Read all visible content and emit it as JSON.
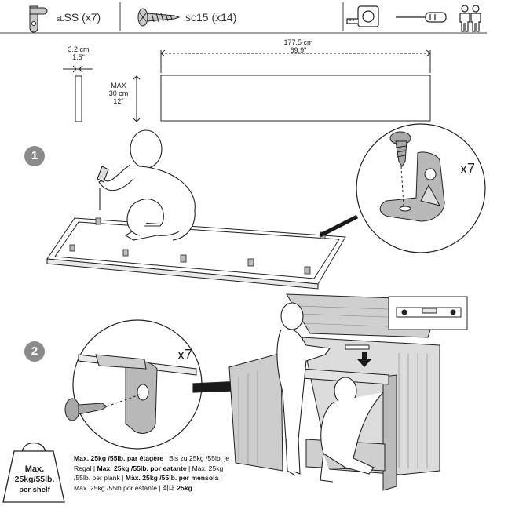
{
  "parts": {
    "bracket": {
      "code_prefix": "sL",
      "code": "SS",
      "qty": "(x7)",
      "icon": "bracket-icon"
    },
    "screw": {
      "code": "sc15",
      "qty": "(x14)",
      "icon": "screw-icon"
    }
  },
  "tools": [
    {
      "name": "tape-measure",
      "icon": "tape-measure-icon"
    },
    {
      "name": "screwdriver",
      "icon": "screwdriver-icon"
    },
    {
      "name": "two-persons",
      "icon": "two-persons-icon"
    }
  ],
  "dimensions": {
    "thickness_cm": "3.2 cm",
    "thickness_in": "1.5\"",
    "length_cm": "177.5 cm",
    "length_in": "69.9\"",
    "width_max": "MAX",
    "width_cm": "30 cm",
    "width_in": "12\""
  },
  "steps": [
    {
      "number": "1",
      "callout_qty": "x7"
    },
    {
      "number": "2",
      "callout_qty": "x7"
    }
  ],
  "weight_badge": {
    "line1": "Max.",
    "line2": "25kg/55lb.",
    "line3": "per shelf"
  },
  "weight_text": {
    "p1_bold": "Max. 25kg /55lb. par étagère",
    "p2": " | Bis zu 25kg /55lb. je Regal | ",
    "p3_bold": "Max. 25kg /55lb. por eatante",
    "p4": " | Max. 25kg /55lb. per plank | ",
    "p5_bold": "Màx. 25kg /55lb. per mensola",
    "p6": " | Max. 25kg /55lb por estante | 최대 ",
    "p7_bold": "25kg"
  },
  "colors": {
    "line": "#1a1a1a",
    "step_badge": "#8a8a8a",
    "hardware": "#b5b5b5",
    "leader": "#222222"
  }
}
